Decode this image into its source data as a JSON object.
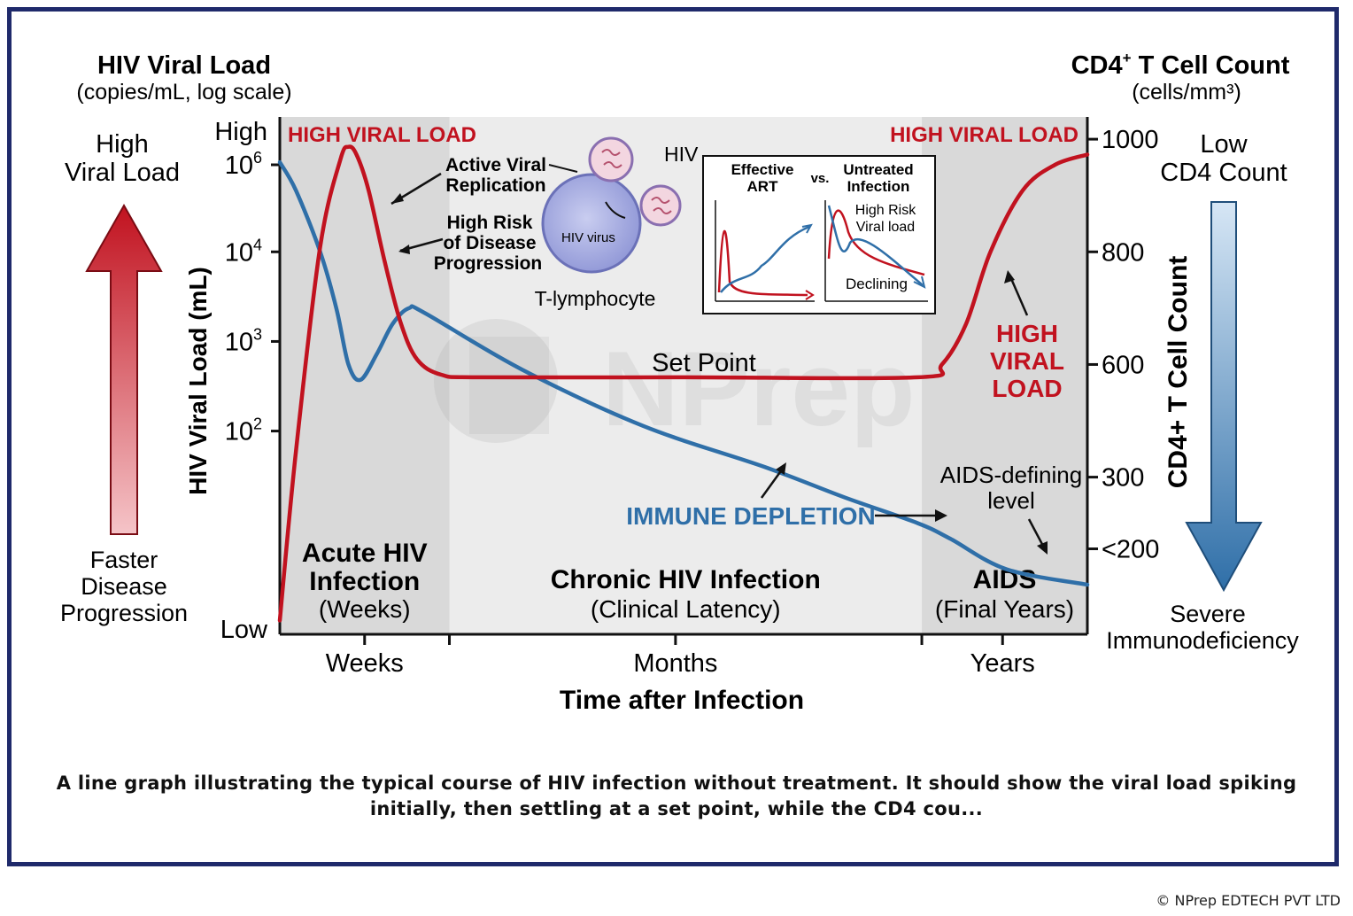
{
  "caption": "A line graph illustrating the typical course of HIV infection without treatment. It should show the viral load spiking initially, then settling at a set point, while the CD4 cou...",
  "copyright": "© NPrep EDTECH PVT LTD",
  "watermark_text": "NPrep",
  "left_header": {
    "title": "HIV Viral Load",
    "subtitle": "(copies/mL, log scale)"
  },
  "right_header": {
    "title_main": "CD4",
    "title_sup": "+",
    "title_rest": " T Cell Count",
    "subtitle": "(cells/mm³)"
  },
  "left_arrow": {
    "top_label_1": "High",
    "top_label_2": "Viral Load",
    "bottom_1": "Faster",
    "bottom_2": "Disease",
    "bottom_3": "Progression"
  },
  "right_arrow": {
    "top_label_1": "Low",
    "top_label_2": "CD4 Count",
    "bottom_1": "Severe",
    "bottom_2": "Immunodeficiency"
  },
  "chart_data": {
    "type": "line",
    "xlabel": "Time after Infection",
    "ylabel_left": "HIV Viral Load (mL)",
    "ylabel_right": "CD4+ T Cell Count",
    "x_ticks": [
      "Weeks",
      "Months",
      "Years"
    ],
    "left_ticks": [
      {
        "label": "High",
        "level": 1.0
      },
      {
        "base": "10",
        "exp": "6",
        "level": 0.91
      },
      {
        "base": "10",
        "exp": "4",
        "level": 0.74
      },
      {
        "base": "10",
        "exp": "3",
        "level": 0.565
      },
      {
        "base": "10",
        "exp": "2",
        "level": 0.39
      },
      {
        "label": "Low",
        "level": 0.0
      }
    ],
    "right_ticks": [
      {
        "label": "1000",
        "level": 0.96
      },
      {
        "label": "800",
        "level": 0.74
      },
      {
        "label": "600",
        "level": 0.52
      },
      {
        "label": "300",
        "level": 0.3
      },
      {
        "label": "<200",
        "level": 0.16
      }
    ],
    "phases": [
      {
        "name_1": "Acute HIV",
        "name_2": "Infection",
        "sub": "(Weeks)",
        "x_start": 0,
        "x_end": 0.21
      },
      {
        "name_1": "Chronic HIV Infection",
        "name_2": "",
        "sub": "(Clinical Latency)",
        "x_start": 0.21,
        "x_end": 0.795
      },
      {
        "name_1": "AIDS",
        "name_2": "",
        "sub": "(Final Years)",
        "x_start": 0.795,
        "x_end": 1.0
      }
    ],
    "series": [
      {
        "name": "HIV Viral Load",
        "color": "#c1121f",
        "points": [
          [
            0,
            0.02
          ],
          [
            0.02,
            0.35
          ],
          [
            0.05,
            0.75
          ],
          [
            0.075,
            0.92
          ],
          [
            0.085,
            0.945
          ],
          [
            0.095,
            0.93
          ],
          [
            0.11,
            0.86
          ],
          [
            0.13,
            0.72
          ],
          [
            0.15,
            0.6
          ],
          [
            0.17,
            0.53
          ],
          [
            0.2,
            0.5
          ],
          [
            0.25,
            0.495
          ],
          [
            0.5,
            0.495
          ],
          [
            0.79,
            0.495
          ],
          [
            0.82,
            0.52
          ],
          [
            0.85,
            0.6
          ],
          [
            0.88,
            0.74
          ],
          [
            0.92,
            0.86
          ],
          [
            0.96,
            0.91
          ],
          [
            1.0,
            0.93
          ]
        ]
      },
      {
        "name": "CD4+ T Cell Count",
        "color": "#2f6fa8",
        "points": [
          [
            0,
            0.915
          ],
          [
            0.02,
            0.86
          ],
          [
            0.05,
            0.74
          ],
          [
            0.07,
            0.63
          ],
          [
            0.085,
            0.52
          ],
          [
            0.1,
            0.49
          ],
          [
            0.12,
            0.54
          ],
          [
            0.14,
            0.6
          ],
          [
            0.16,
            0.63
          ],
          [
            0.18,
            0.62
          ],
          [
            0.3,
            0.51
          ],
          [
            0.45,
            0.4
          ],
          [
            0.6,
            0.32
          ],
          [
            0.7,
            0.26
          ],
          [
            0.79,
            0.21
          ],
          [
            0.83,
            0.18
          ],
          [
            0.9,
            0.12
          ],
          [
            1.0,
            0.09
          ]
        ]
      }
    ],
    "annotations": {
      "high_viral_load_left": "HIGH VIRAL LOAD",
      "high_viral_load_right": "HIGH VIRAL LOAD",
      "high_viral_load_stack": [
        "HIGH",
        "VIRAL",
        "LOAD"
      ],
      "active_replication": [
        "Active Viral",
        "Replication"
      ],
      "high_risk": [
        "High Risk",
        "of Disease",
        "Progression"
      ],
      "set_point": "Set Point",
      "immune_depletion": "IMMUNE DEPLETION",
      "aids_defining": [
        "AIDS-defining",
        "level"
      ],
      "hiv_label": "HIV",
      "hiv_virus_label": "HIV virus",
      "t_lymphocyte": "T-lymphocyte"
    },
    "inset": {
      "left_title": [
        "Effective",
        "ART"
      ],
      "vs": "vs.",
      "right_title": [
        "Untreated",
        "Infection"
      ],
      "right_note": [
        "High Risk",
        "Viral load"
      ],
      "declining": "Declining"
    }
  },
  "colors": {
    "red": "#c1121f",
    "blue": "#2f6fa8",
    "frame": "#1f2a6b",
    "shade": "#d9d9d9",
    "chronic": "#ececec"
  }
}
